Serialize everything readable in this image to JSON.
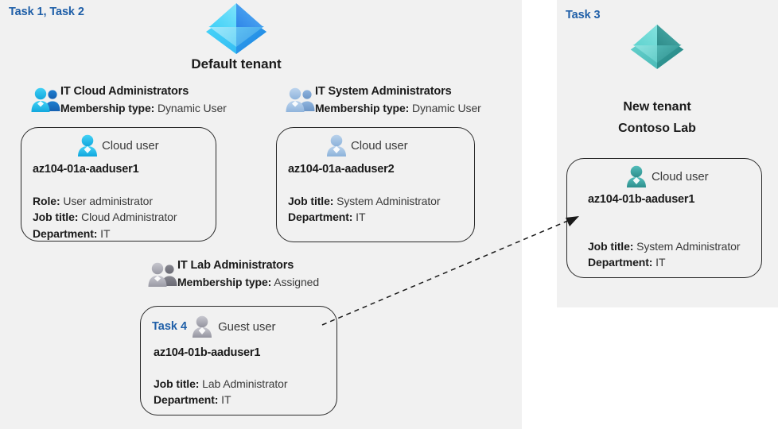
{
  "panels": {
    "left": {
      "task_label": "Task 1, Task 2"
    },
    "right": {
      "task_label": "Task 3"
    }
  },
  "tenants": [
    {
      "name": "default",
      "icon": "azure-ad-tenant-icon",
      "title": "Default tenant",
      "color": "#3ab7f0"
    },
    {
      "name": "new",
      "icon": "azure-ad-tenant-icon",
      "title_line1": "New  tenant",
      "title_line2": "Contoso Lab",
      "color": "#49b6b6"
    }
  ],
  "groups": [
    {
      "id": "it-cloud-administrators",
      "icon": "group-users-icon",
      "name": "IT Cloud Administrators",
      "membership_label": "Membership type:",
      "membership_value": "Dynamic User"
    },
    {
      "id": "it-system-administrators",
      "icon": "group-users-icon",
      "name": "IT System Administrators",
      "membership_label": "Membership type:",
      "membership_value": "Dynamic User"
    },
    {
      "id": "it-lab-administrators",
      "icon": "group-users-icon",
      "name": "IT Lab Administrators",
      "membership_label": "Membership type:",
      "membership_value": "Assigned"
    }
  ],
  "cards": [
    {
      "id": "aaduser1-cloud",
      "task_tag": "",
      "user_icon": "cloud-user-icon",
      "user_type": "Cloud user",
      "upn": "az104-01a-aaduser1",
      "attrs": [
        {
          "label": "Role:",
          "value": "User administrator"
        },
        {
          "label": "Job title:",
          "value": "Cloud Administrator"
        },
        {
          "label": "Department:",
          "value": "IT"
        }
      ]
    },
    {
      "id": "aaduser2-cloud",
      "task_tag": "",
      "user_icon": "cloud-user-icon",
      "user_type": "Cloud user",
      "upn": "az104-01a-aaduser2",
      "attrs": [
        {
          "label": "Job title:",
          "value": "System Administrator"
        },
        {
          "label": "Department:",
          "value": "IT"
        }
      ]
    },
    {
      "id": "aaduser1-guest",
      "task_tag": "Task 4",
      "user_icon": "guest-user-icon",
      "user_type": "Guest user",
      "upn": "az104-01b-aaduser1",
      "attrs": [
        {
          "label": "Job title:",
          "value": "Lab Administrator"
        },
        {
          "label": "Department:",
          "value": "IT"
        }
      ]
    },
    {
      "id": "aaduser1-newtenant",
      "task_tag": "",
      "user_icon": "cloud-user-icon",
      "user_type": "Cloud user",
      "upn": "az104-01b-aaduser1",
      "attrs": [
        {
          "label": "Job title:",
          "value": "System Administrator"
        },
        {
          "label": "Department:",
          "value": "IT"
        }
      ]
    }
  ],
  "connector": {
    "name": "guest-invite-arrow",
    "style": "dashed-arrow",
    "color": "#1a1a1a"
  },
  "colors": {
    "panel_background": "#f1f1f1",
    "page_background": "#ffffff",
    "task_label": "#1f5fa8",
    "card_border": "#2a2a2a",
    "text_bold": "#1a1a1a",
    "text_normal": "#3a3a3a",
    "tenant_blue": "#3ab7f0",
    "tenant_teal": "#49b6b6",
    "user_cyan": "#29b6e8",
    "user_steel": "#9fbede",
    "user_grey": "#a9a9b4",
    "user_teal": "#3aa9a6"
  }
}
